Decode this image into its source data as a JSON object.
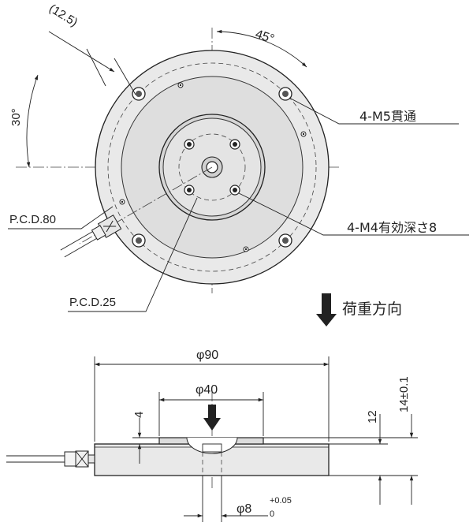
{
  "top_view": {
    "angle_cable": "30°",
    "angle_hole": "45°",
    "offset": "(12.5)",
    "m5_callout": "4-M5貫通",
    "m4_callout": "4-M4有効深さ8",
    "pcd_outer": "P.C.D.80",
    "pcd_inner": "P.C.D.25"
  },
  "load_direction": {
    "label": "荷重方向"
  },
  "side_view": {
    "dia_outer": "φ90",
    "dia_inner": "φ40",
    "dia_center": "φ8",
    "tol_upper": "+0.05",
    "tol_lower": "0",
    "height_step": "4",
    "height_body": "12",
    "height_total": "14±0.1"
  },
  "colors": {
    "body_fill": "#e9e9e9",
    "face_fill": "#dcdcdc",
    "line": "#222222"
  }
}
